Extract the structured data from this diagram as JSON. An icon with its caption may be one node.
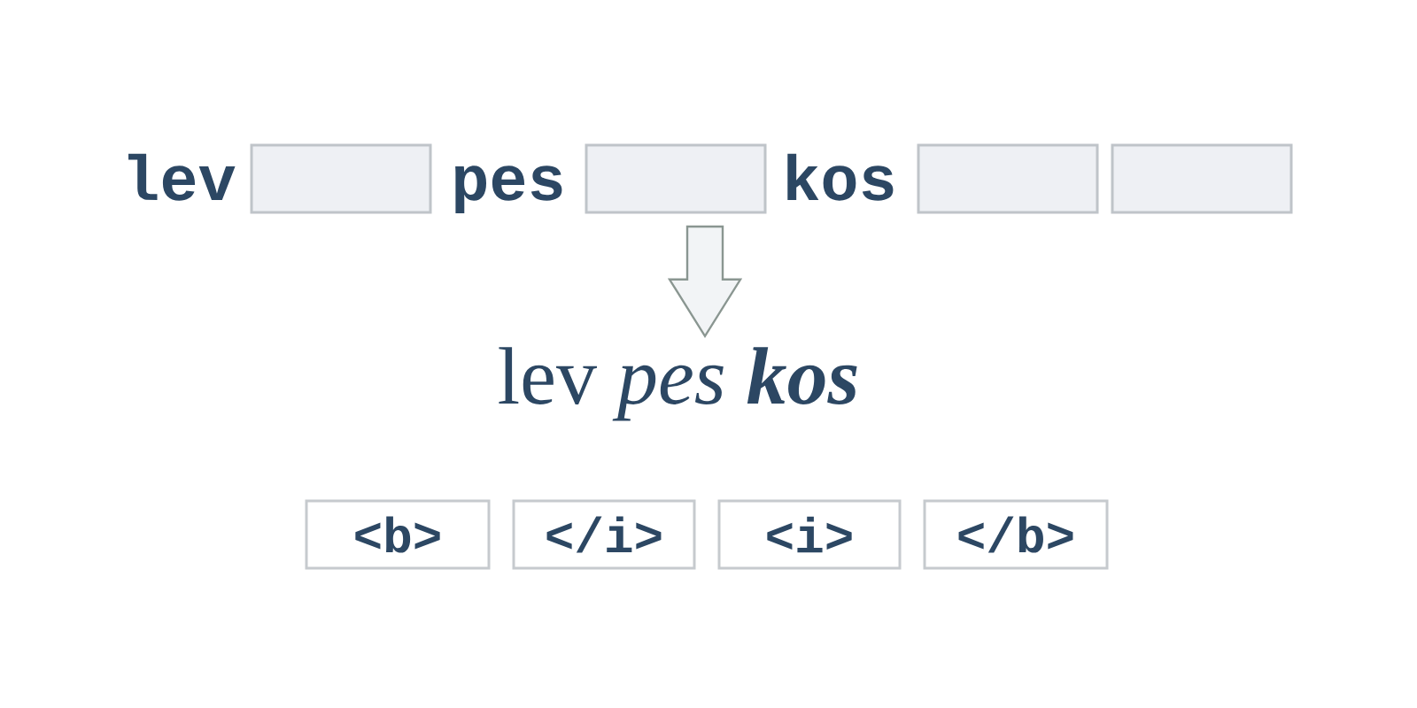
{
  "diagram": {
    "nodes": [
      {
        "text": [],
        "shape": "box"
      },
      {
        "text": [],
        "shape": "box"
      },
      {
        "text": [],
        "shape": "box"
      },
      {
        "text": [],
        "shape": "box"
      },
      {
        "text": [
          "lev *pes* **kos**"
        ]
      },
      {
        "text": [
          "<b>"
        ]
      },
      {
        "text": [
          "</i>"
        ]
      },
      {
        "text": [
          "<i>"
        ]
      },
      {
        "text": [
          "</b>"
        ]
      }
    ],
    "edges": [
      {
        "from": null,
        "to": 4,
        "arrow": "to"
      }
    ],
    "labels": [
      "lev",
      "pes",
      "kos"
    ]
  }
}
